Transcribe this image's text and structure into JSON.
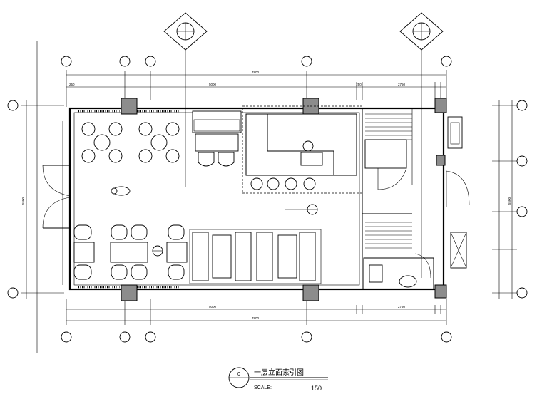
{
  "drawing": {
    "title": "一层立面索引图",
    "scale_label": "SCALE:",
    "scale_value": "150",
    "section_mark": "0"
  },
  "colors": {
    "line": "#000000",
    "column_fill": "#8c8c8c",
    "background": "#ffffff"
  }
}
